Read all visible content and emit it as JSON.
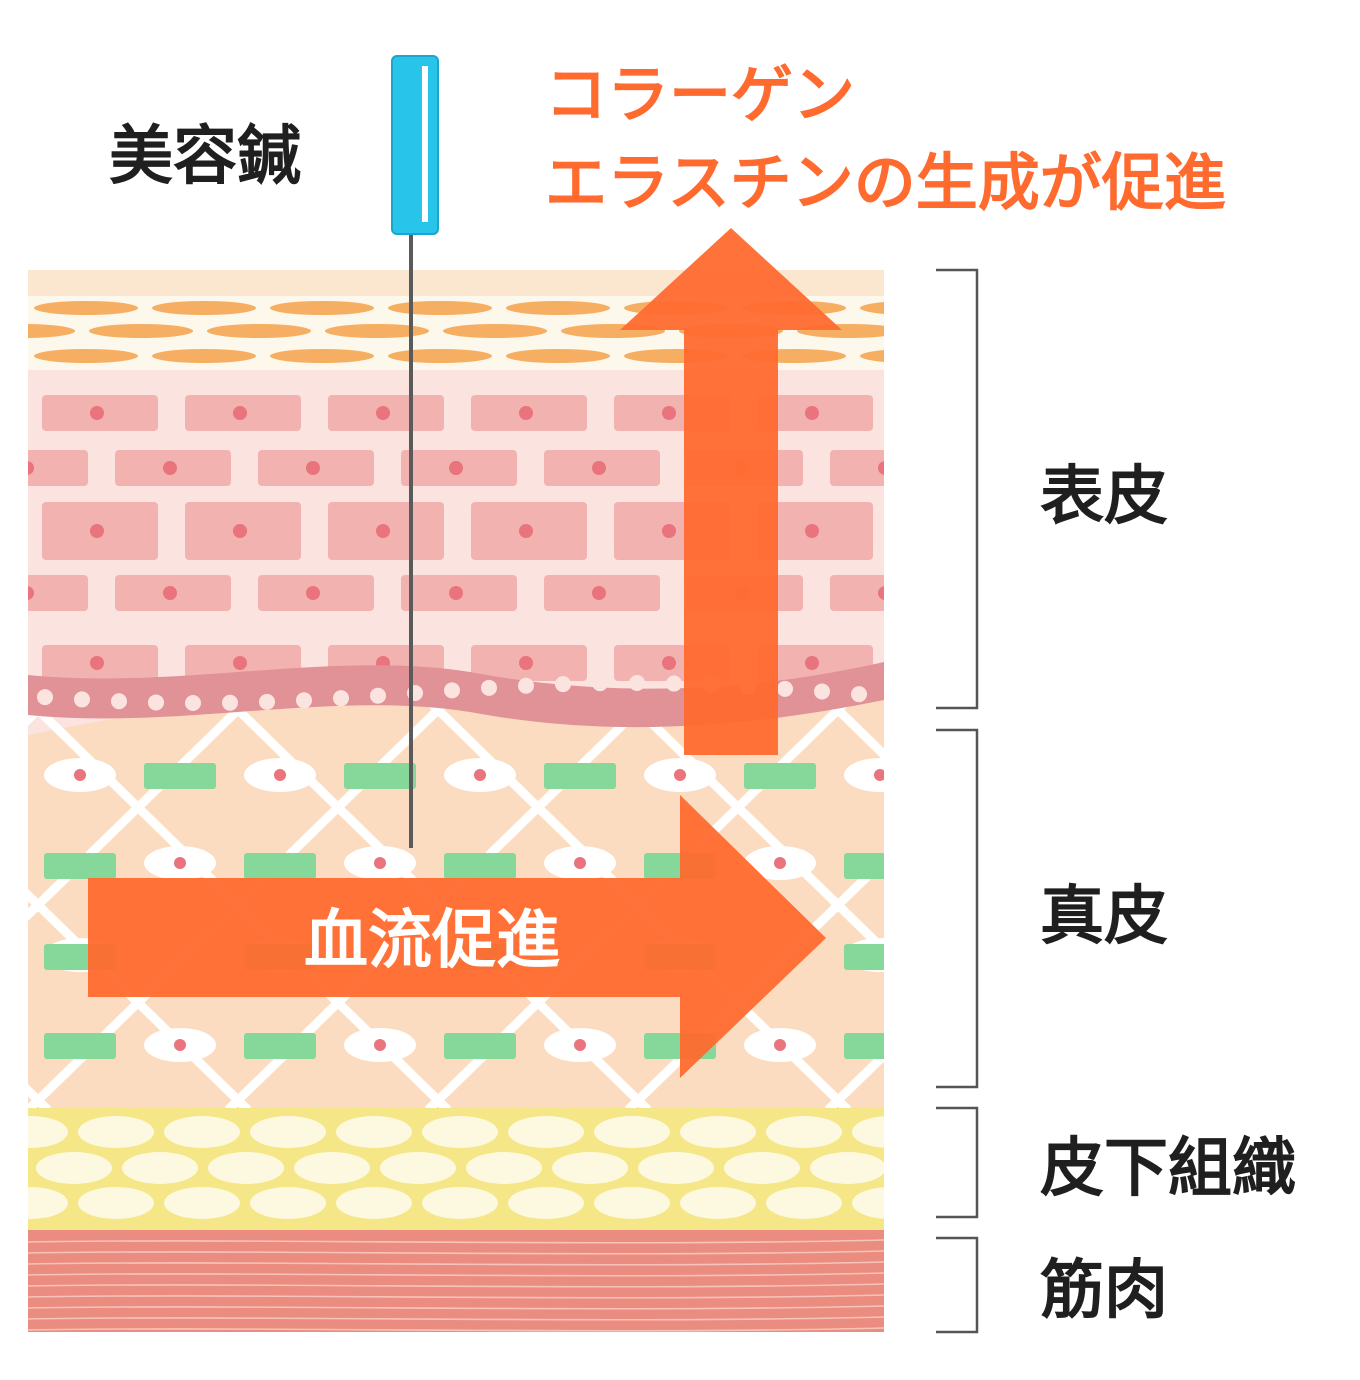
{
  "labels": {
    "needle": "美容鍼",
    "promote_line1": "コラーゲン",
    "promote_line2": "エラスチンの生成が促進",
    "blood_flow": "血流促進",
    "epidermis": "表皮",
    "dermis": "真皮",
    "subcutaneous": "皮下組織",
    "muscle": "筋肉"
  },
  "colors": {
    "accent_orange": "#ff6a2f",
    "needle_blue": "#29c4ea",
    "horny_layer": "#f6ae62",
    "epidermis_cell": "#f2b3b0",
    "epidermis_bg": "#fbe4e0",
    "basal_layer": "#e09297",
    "dermis_bg": "#fbdcc0",
    "collagen_green": "#86d79a",
    "fat_yellow": "#f5e688",
    "muscle_red": "#ea8c80"
  },
  "icons": {
    "needle": "acupuncture-needle",
    "arrow_up": "arrow-up",
    "arrow_right": "arrow-right"
  }
}
